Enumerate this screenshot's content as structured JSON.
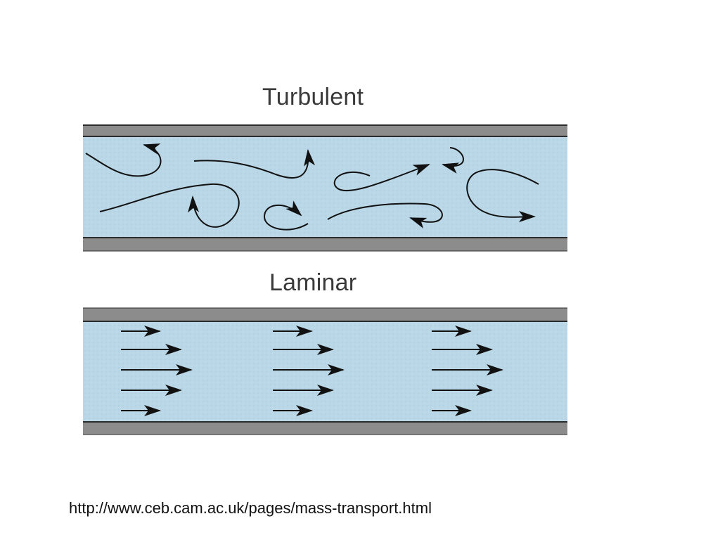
{
  "labels": {
    "turbulent": "Turbulent",
    "laminar": "Laminar"
  },
  "source_url": "http://www.ceb.cam.ac.uk/pages/mass-transport.html",
  "colors": {
    "background": "#ffffff",
    "fluid": "#b9d7e6",
    "wall": "#8c8c8c",
    "wall_line": "#2b2b2b",
    "arrow": "#111111"
  },
  "laminar_profile": {
    "relative_velocity_by_layer": [
      0.55,
      0.85,
      1.0,
      0.85,
      0.55
    ]
  }
}
